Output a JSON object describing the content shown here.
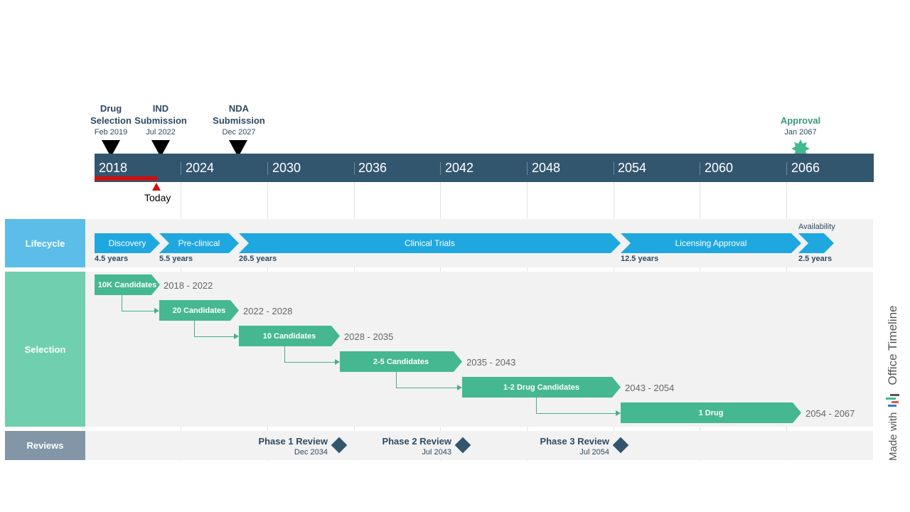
{
  "milestones": [
    {
      "title_line1": "Drug",
      "title_line2": "Selection",
      "date": "Feb 2019"
    },
    {
      "title_line1": "IND",
      "title_line2": "Submission",
      "date": "Jul 2022"
    },
    {
      "title_line1": "NDA",
      "title_line2": "Submission",
      "date": "Dec 2027"
    },
    {
      "title_line1": "Approval",
      "title_line2": "",
      "date": "Jan 2067"
    }
  ],
  "axis": {
    "years": [
      "2018",
      "2024",
      "2030",
      "2036",
      "2042",
      "2048",
      "2054",
      "2060",
      "2066"
    ],
    "today_label": "Today",
    "bar_color": "#33566f",
    "today_color": "#cc1111"
  },
  "lanes": {
    "lifecycle": "Lifecycle",
    "selection": "Selection",
    "reviews": "Reviews"
  },
  "lifecycle": {
    "phases": [
      {
        "label": "Discovery",
        "duration": "4.5 years"
      },
      {
        "label": "Pre-clinical",
        "duration": "5.5 years"
      },
      {
        "label": "Clinical Trials",
        "duration": "26.5 years"
      },
      {
        "label": "Licensing Approval",
        "duration": "12.5 years"
      },
      {
        "label": "Availability",
        "duration": "2.5 years"
      }
    ],
    "color": "#1fa8e0"
  },
  "selection": {
    "tasks": [
      {
        "label": "10K Candidates",
        "range": "2018 - 2022"
      },
      {
        "label": "20 Candidates",
        "range": "2022 - 2028"
      },
      {
        "label": "10 Candidates",
        "range": "2028 - 2035"
      },
      {
        "label": "2-5 Candidates",
        "range": "2035 - 2043"
      },
      {
        "label": "1-2 Drug Candidates",
        "range": "2043 - 2054"
      },
      {
        "label": "1 Drug",
        "range": "2054 - 2067"
      }
    ],
    "color": "#45b891"
  },
  "reviews": [
    {
      "title": "Phase 1 Review",
      "date": "Dec 2034"
    },
    {
      "title": "Phase 2 Review",
      "date": "Jul 2043"
    },
    {
      "title": "Phase 3 Review",
      "date": "Jul 2054"
    }
  ],
  "watermark": {
    "prefix": "Made with",
    "brand": "Office Timeline"
  }
}
